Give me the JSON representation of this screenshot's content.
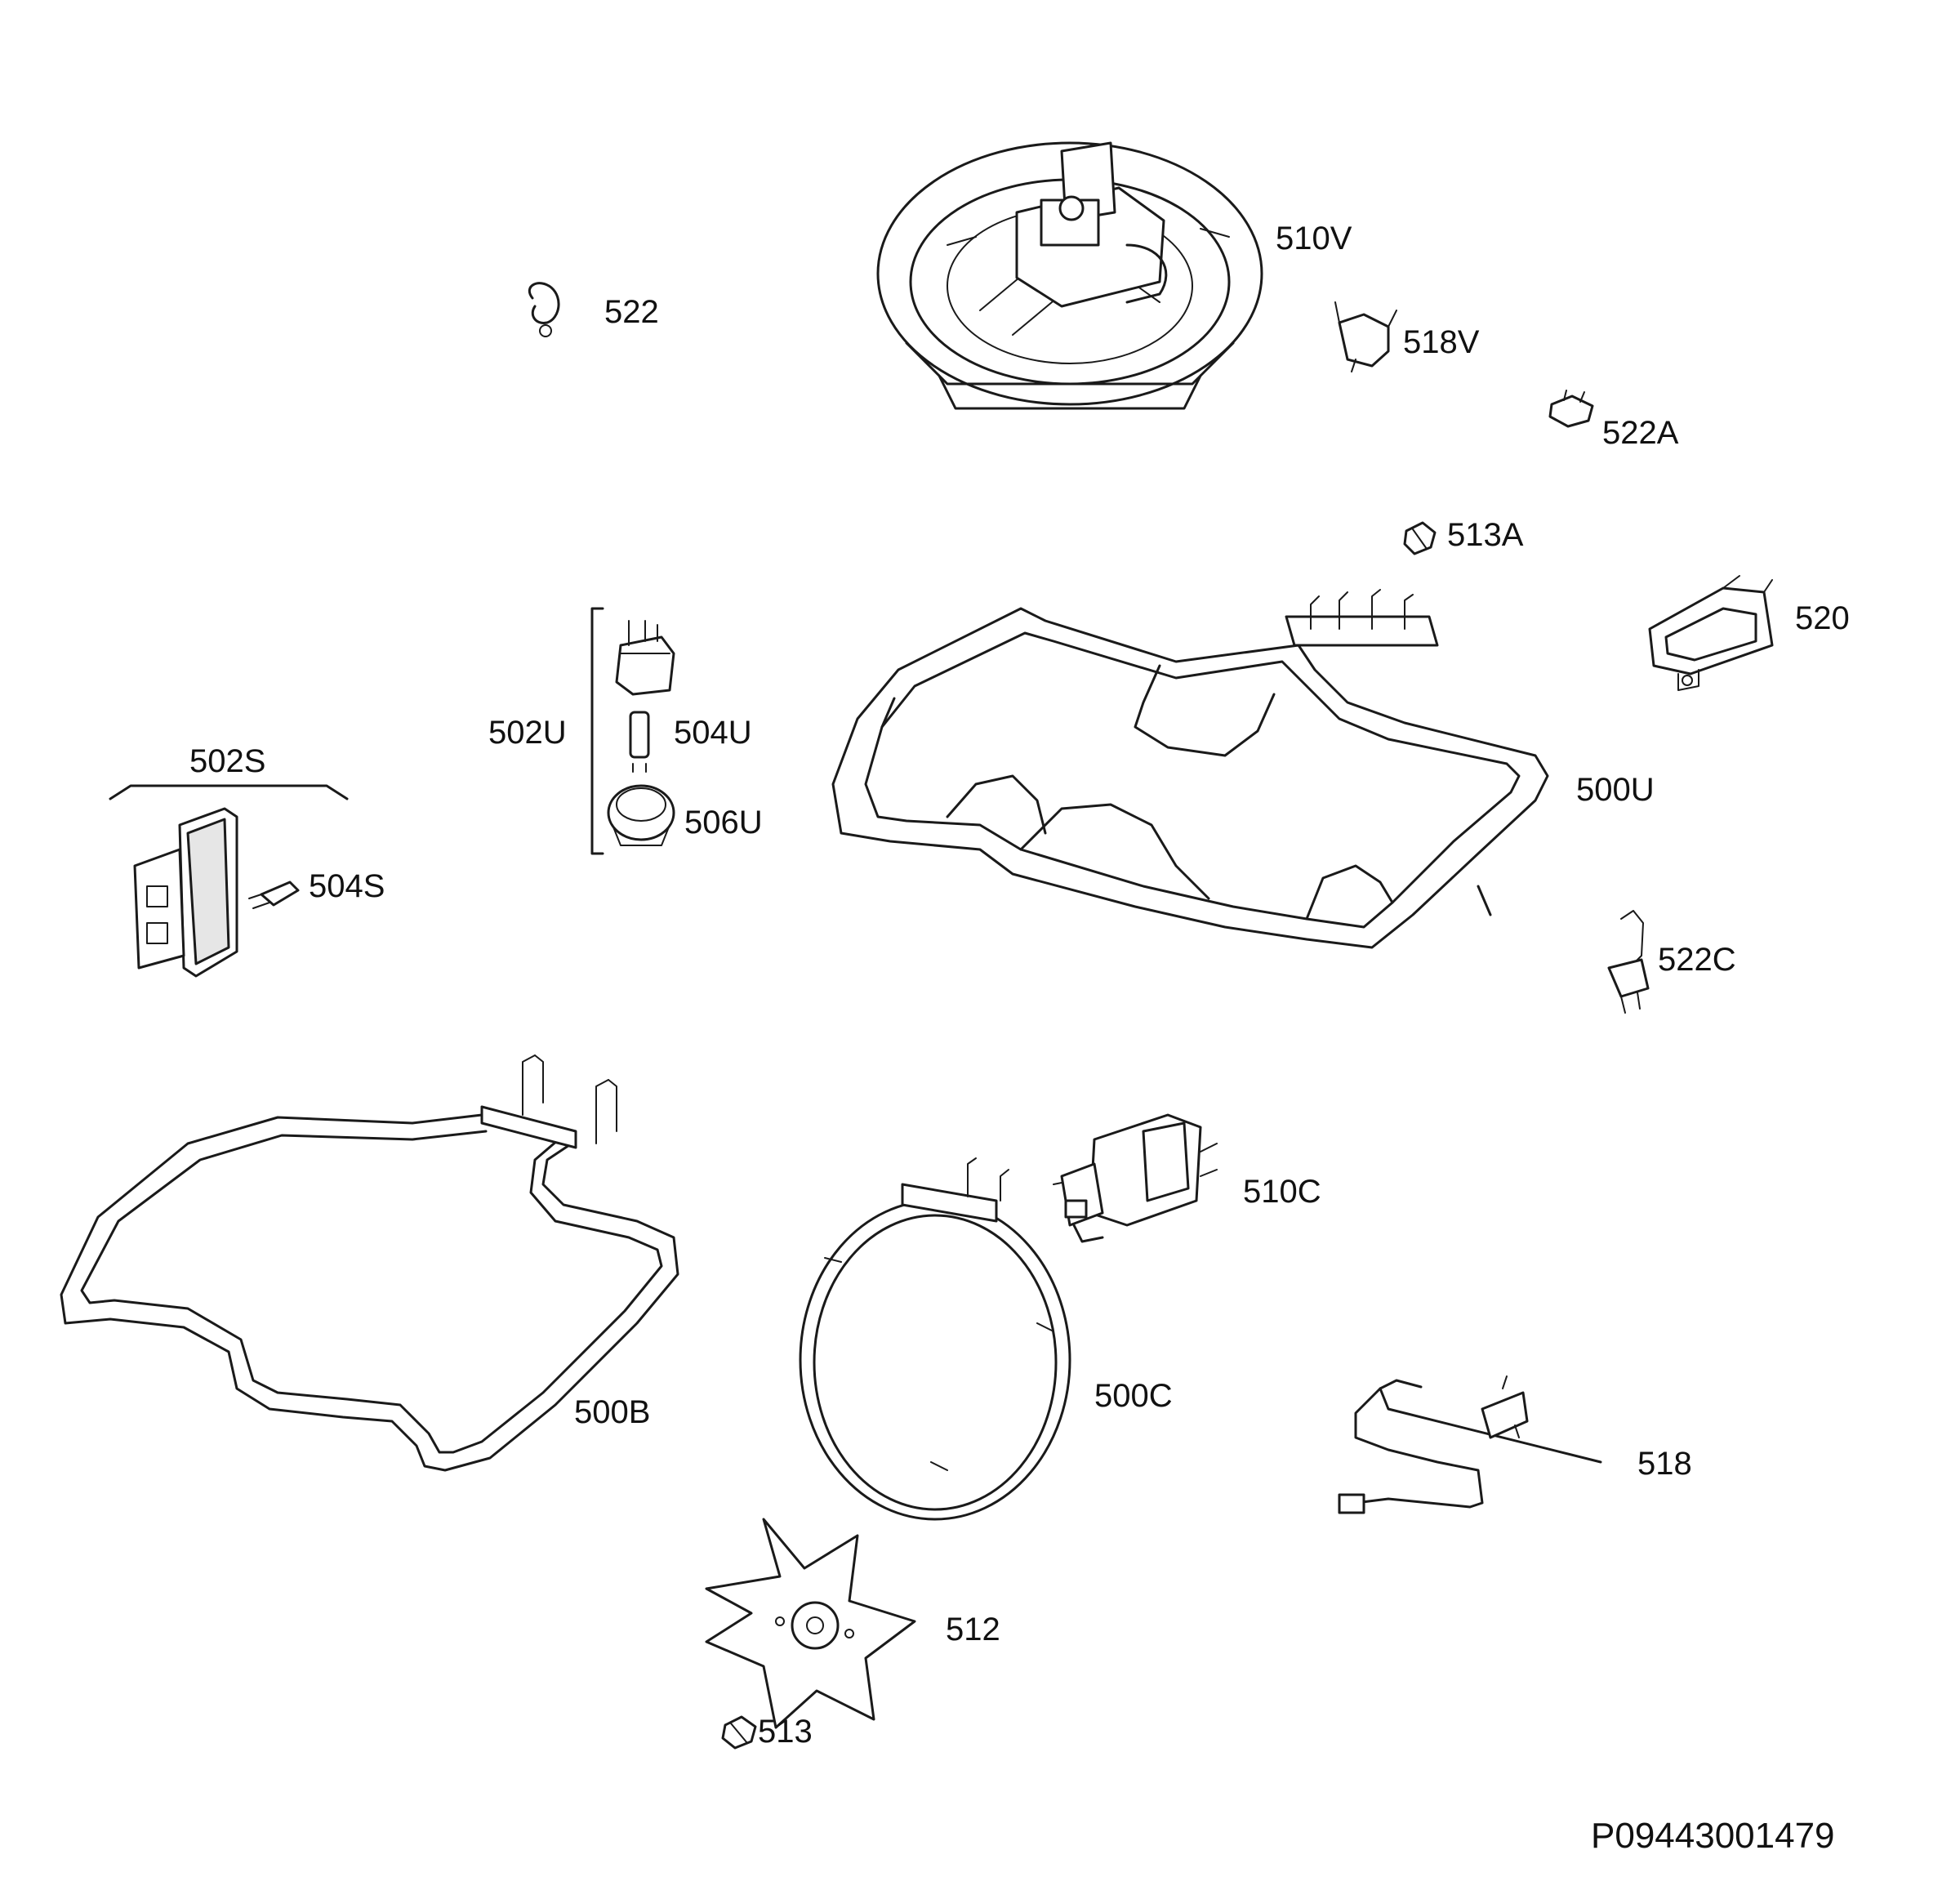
{
  "labels": {
    "p510V": "510V",
    "p522": "522",
    "p518V": "518V",
    "p522A": "522A",
    "p513A": "513A",
    "p520": "520",
    "p502U": "502U",
    "p504U": "504U",
    "p506U": "506U",
    "p500U": "500U",
    "p502S": "502S",
    "p504S": "504S",
    "p522C": "522C",
    "p510C": "510C",
    "p500B": "500B",
    "p500C": "500C",
    "p518": "518",
    "p512": "512",
    "p513": "513"
  },
  "drawing_code": "P09443001479",
  "colors": {
    "line": "#1a1a1a",
    "background": "#ffffff"
  }
}
